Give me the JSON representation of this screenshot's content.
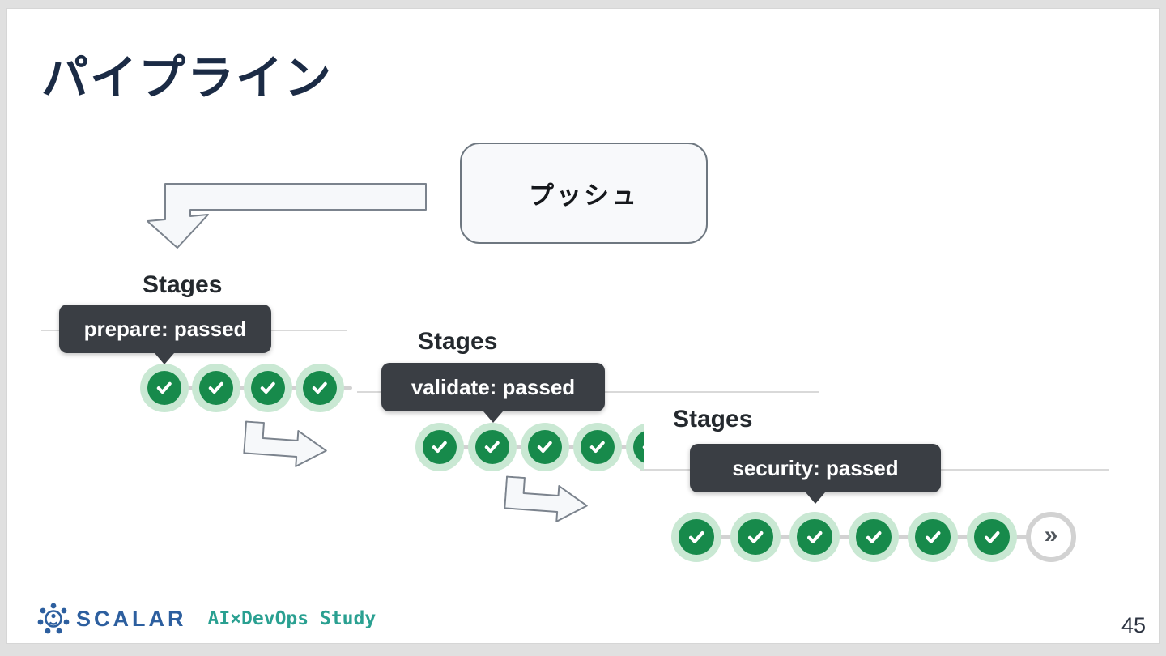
{
  "slide": {
    "title": "パイプライン",
    "page_number": "45"
  },
  "push_box": {
    "label": "プッシュ"
  },
  "sections": [
    {
      "heading": "Stages",
      "tooltip": "prepare: passed",
      "passed_stages": 4,
      "more_indicator": false,
      "clipped_next": false
    },
    {
      "heading": "Stages",
      "tooltip": "validate: passed",
      "passed_stages": 4,
      "more_indicator": false,
      "clipped_next": true
    },
    {
      "heading": "Stages",
      "tooltip": "security: passed",
      "passed_stages": 6,
      "more_indicator": true,
      "clipped_next": false
    }
  ],
  "footer": {
    "brand": "SCALAR",
    "event_label": "AI×DevOps Study"
  },
  "icons": {
    "more_glyph": "»"
  },
  "colors": {
    "stage_green": "#178a4b",
    "stage_halo_green": "#c9e8d3",
    "tooltip_bg": "#3a3e44",
    "brand_blue": "#2d5f9f",
    "brand_teal": "#2aa091",
    "title_navy": "#1b2b45"
  }
}
